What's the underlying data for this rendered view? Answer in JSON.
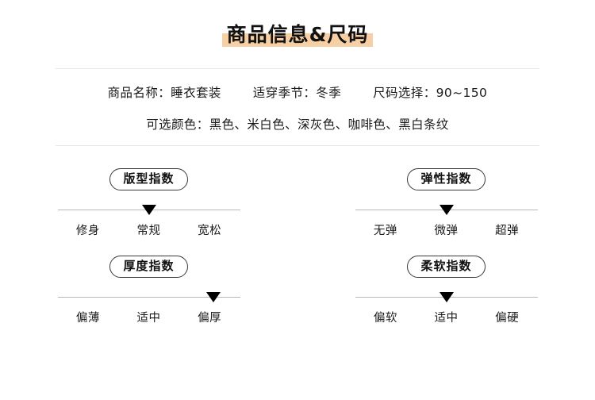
{
  "header": {
    "title": "商品信息&尺码",
    "highlight_color": "#f7cfa4"
  },
  "info": {
    "row1": [
      {
        "label": "商品名称：",
        "value": "睡衣套装"
      },
      {
        "label": "适穿季节：",
        "value": "冬季"
      },
      {
        "label": "尺码选择：",
        "value": "90~150"
      }
    ],
    "row2": [
      {
        "label": "可选颜色：",
        "value": "黑色、米白色、深灰色、咖啡色、黑白条纹"
      }
    ]
  },
  "indices": [
    {
      "name": "版型指数",
      "options": [
        "修身",
        "常规",
        "宽松"
      ],
      "selected_index": 1
    },
    {
      "name": "弹性指数",
      "options": [
        "无弹",
        "微弹",
        "超弹"
      ],
      "selected_index": 1
    },
    {
      "name": "厚度指数",
      "options": [
        "偏薄",
        "适中",
        "偏厚"
      ],
      "selected_index": 2
    },
    {
      "name": "柔软指数",
      "options": [
        "偏软",
        "适中",
        "偏硬"
      ],
      "selected_index": 1
    }
  ]
}
